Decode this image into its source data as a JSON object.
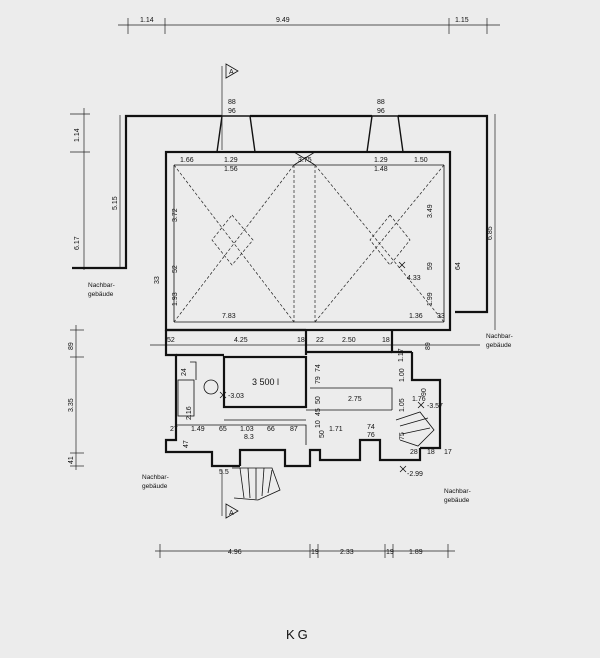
{
  "dims_top": [
    "1.14",
    "9.49",
    "1.15"
  ],
  "dims_bottom": [
    "4.96",
    "19",
    "2.33",
    "19",
    "1.89"
  ],
  "dims_left": [
    "1.14",
    "5.15",
    "6.17",
    "89",
    "3.35",
    "41"
  ],
  "dims_right": "6.85",
  "chimney_left": [
    "88",
    "96"
  ],
  "chimney_right": [
    "88",
    "96"
  ],
  "room_top_dims": [
    "1.66",
    "1.29",
    "1.56",
    "3.75",
    "1.29",
    "1.48",
    "1.50"
  ],
  "room_side_dims": [
    "3.72",
    "3.49",
    "52",
    "1.93",
    "59",
    "1.99",
    "33",
    "64"
  ],
  "room_bottom_dims": [
    "7.83",
    "1.36",
    "33"
  ],
  "level_upper": "4.33",
  "mid_dims": [
    "52",
    "4.25",
    "18",
    "22",
    "2.50",
    "18",
    "1.17",
    "89"
  ],
  "lower_dims": [
    "27",
    "1.49",
    "65",
    "1.03",
    "66",
    "87",
    "8.3",
    "2.16",
    "74",
    "79",
    "50",
    "45",
    "10",
    "2.75",
    "1.00",
    "1.05",
    "50",
    "1.71",
    "74",
    "76",
    "75",
    "90",
    "1.76",
    "28",
    "18",
    "17",
    "5.5",
    "24",
    "47"
  ],
  "tank_label": "3 500 l",
  "level_left": "-3.03",
  "level_right": "-3.57",
  "level_bottom": "-2.99",
  "section_marker": "A",
  "neighbor_labels": [
    "Nachbar-",
    "gebäude"
  ],
  "floor_label": "KG"
}
